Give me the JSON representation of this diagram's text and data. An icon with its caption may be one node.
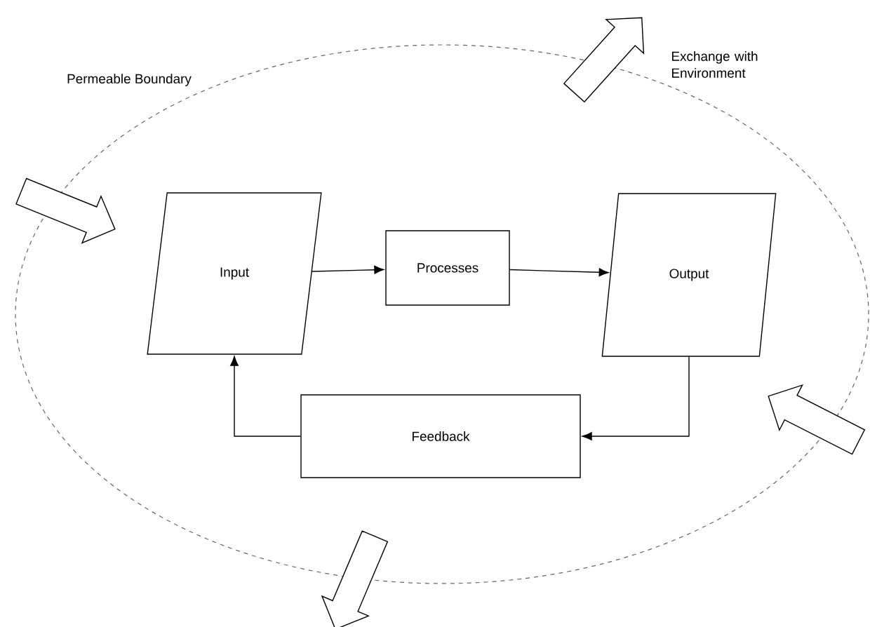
{
  "diagram": {
    "nodes": [
      {
        "text": [
          "Input"
        ]
      },
      {
        "text": [
          "Processes"
        ]
      },
      {
        "text": [
          "Output"
        ]
      },
      {
        "text": [
          "Feedback"
        ]
      }
    ],
    "edges": [
      {
        "from": 0,
        "to": 1,
        "arrow": "to"
      },
      {
        "from": 1,
        "to": 2,
        "arrow": "to"
      },
      {
        "from": 2,
        "to": 3,
        "arrow": "to"
      },
      {
        "from": 3,
        "to": 0,
        "arrow": "to"
      }
    ],
    "labels": [
      "Permeable Boundary",
      "Exchange with Environment"
    ]
  }
}
